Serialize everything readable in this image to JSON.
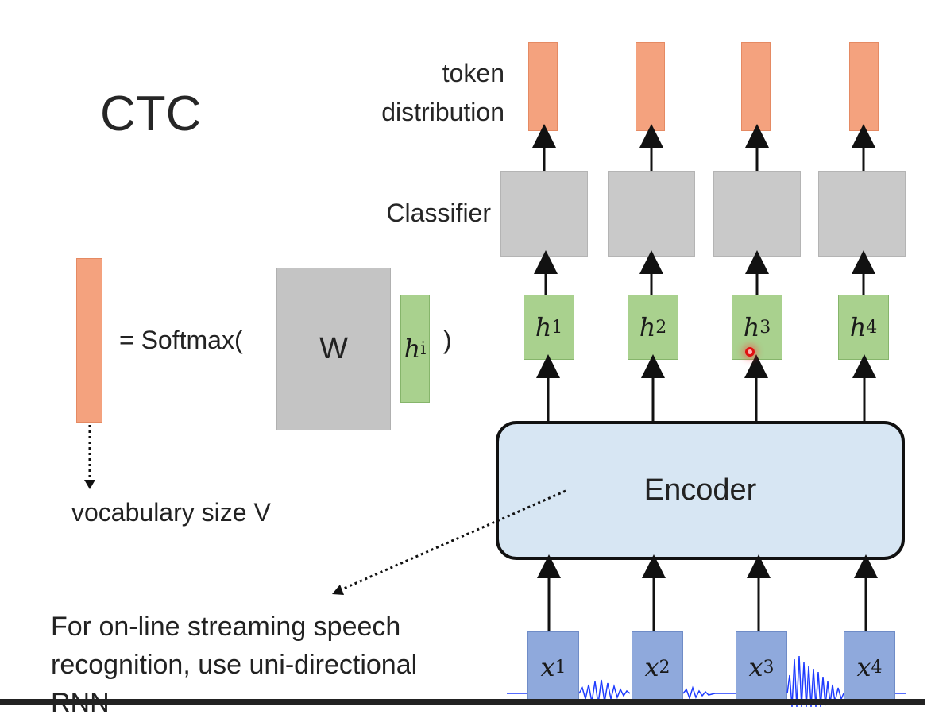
{
  "slide": {
    "title": "CTC",
    "token_label_line1": "token",
    "token_label_line2": "distribution",
    "classifier_label": "Classifier",
    "softmax_text": "= Softmax(",
    "close_paren": ")",
    "w_label": "W",
    "h_i_base": "h",
    "h_i_sup": "i",
    "vocab_label": "vocabulary size V",
    "encoder_label": "Encoder",
    "note_lines": [
      "For on-line streaming speech",
      "recognition, use uni-directional",
      "RNN"
    ],
    "h_nodes": [
      {
        "base": "h",
        "sup": "1"
      },
      {
        "base": "h",
        "sup": "2"
      },
      {
        "base": "h",
        "sup": "3"
      },
      {
        "base": "h",
        "sup": "4"
      }
    ],
    "x_nodes": [
      {
        "base": "x",
        "sup": "1"
      },
      {
        "base": "x",
        "sup": "2"
      },
      {
        "base": "x",
        "sup": "3"
      },
      {
        "base": "x",
        "sup": "4"
      }
    ]
  },
  "colors": {
    "token": "#f4a27e",
    "classifier": "#c9c9c9",
    "hidden": "#a9d18e",
    "input": "#8fa9dc",
    "encoder": "#d7e6f3",
    "waveform": "#1e3cff"
  }
}
